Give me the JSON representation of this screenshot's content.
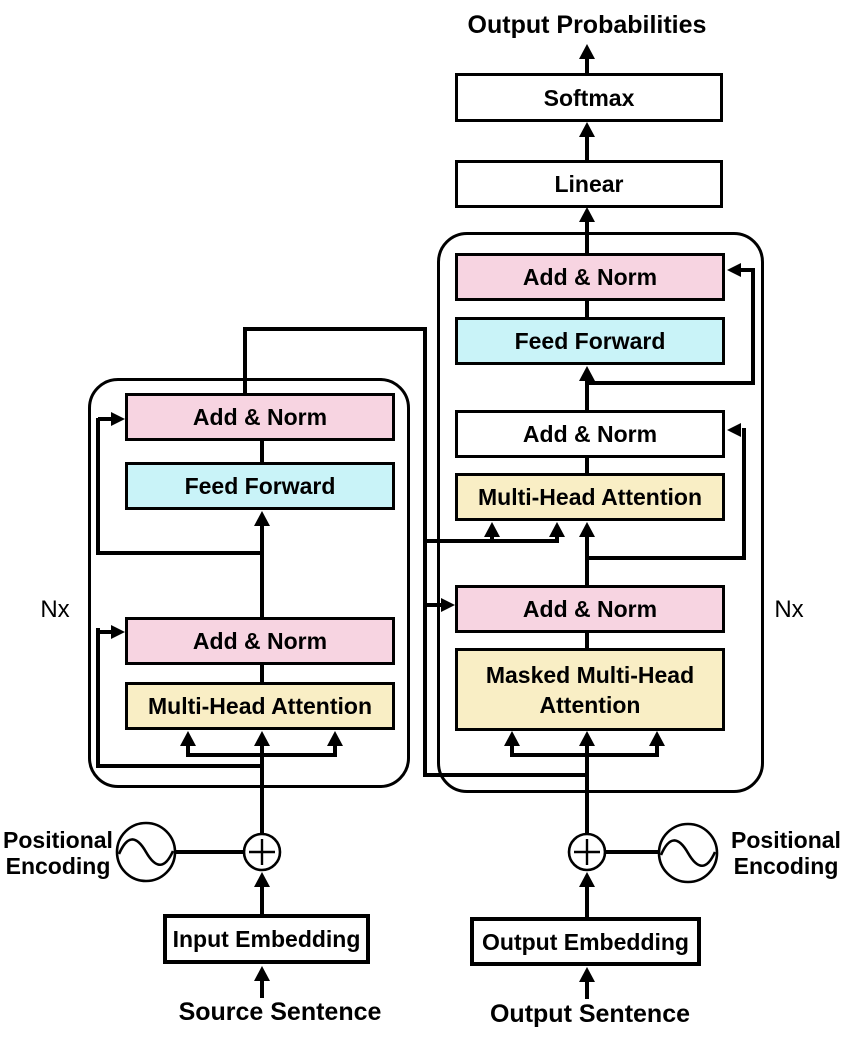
{
  "colors": {
    "pink": "#f7d4e1",
    "cyan": "#c9f3f8",
    "yellow": "#f9eec5",
    "white": "#ffffff",
    "line": "#000000"
  },
  "icons": {
    "positional": "sine-wave-icon",
    "add": "plus-circle-icon"
  },
  "head": {
    "title": "Output Probabilities",
    "softmax": "Softmax",
    "linear": "Linear"
  },
  "decoder": {
    "nx": "Nx",
    "blocks": [
      {
        "label": "Add & Norm",
        "color": "pink"
      },
      {
        "label": "Feed Forward",
        "color": "cyan"
      },
      {
        "label": "Add & Norm",
        "color": "white"
      },
      {
        "label": "Multi-Head Attention",
        "color": "yellow"
      },
      {
        "label": "Add & Norm",
        "color": "pink"
      },
      {
        "label": "Masked Multi-Head\nAttention",
        "color": "yellow"
      }
    ]
  },
  "encoder": {
    "nx": "Nx",
    "blocks": [
      {
        "label": "Add & Norm",
        "color": "pink"
      },
      {
        "label": "Feed Forward",
        "color": "cyan"
      },
      {
        "label": "Add & Norm",
        "color": "pink"
      },
      {
        "label": "Multi-Head Attention",
        "color": "yellow"
      }
    ]
  },
  "io": {
    "source": {
      "positional": [
        "Positional",
        "Encoding"
      ],
      "embedding": "Input Embedding",
      "sentence": "Source Sentence"
    },
    "target": {
      "positional": [
        "Positional",
        "Encoding"
      ],
      "embedding": "Output Embedding",
      "sentence": "Output Sentence"
    }
  }
}
